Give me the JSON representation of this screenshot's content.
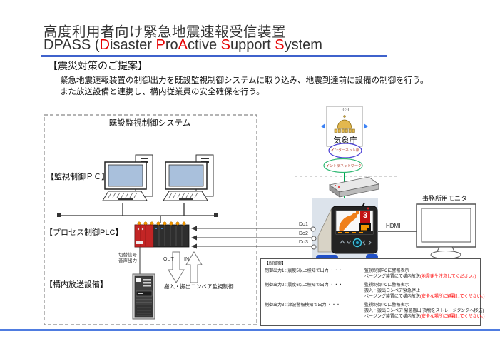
{
  "header": {
    "title_jp": "高度利用者向け緊急地震速報受信装置",
    "title2_segments": [
      {
        "t": "DPASS ("
      },
      {
        "t": "D"
      },
      {
        "t": "isaster "
      },
      {
        "t": "P"
      },
      {
        "t": "ro"
      },
      {
        "t": "A"
      },
      {
        "t": "ctive "
      },
      {
        "t": "S"
      },
      {
        "t": "upport "
      },
      {
        "t": "S"
      },
      {
        "t": "ystem"
      }
    ],
    "section": "【震災対策のご提案】",
    "body_line1": "緊急地震速報装置の制御出力を既設監視制御システムに取り込み、地震到達前に設備の制御を行う。",
    "body_line2": "また放送設備と連携し、構内従業員の安全確保を行う。"
  },
  "diagram": {
    "system_box_title": "既設監視制御システム",
    "label_pc": "【監視制御ＰＣ】",
    "label_plc": "【プロセス制御PLC】",
    "label_broadcast": "【構内放送設備】",
    "switch_signal": "切替信号",
    "audio_output": "音声出力",
    "out_label": "OUT",
    "in_label": "IN",
    "conveyor_label": "搬入・搬出コンベア監視制御",
    "do_labels": [
      "Do1",
      "Do2",
      "Do3"
    ],
    "radio_icon_text": "((○))",
    "weather_agency": "気象庁",
    "internet_label": "インターネット網",
    "intranet_label": "イントラネットワーク",
    "hdmi_label": "HDMI",
    "monitor_label": "事務所用モニター",
    "device_screen_badge": "3"
  },
  "control_box": {
    "title": "【制御案】",
    "rows": [
      {
        "left": "制御出力1 :  震度5以上検知で出力 ・・・",
        "lines": [
          {
            "t": "監視制御PCに警報表示"
          },
          {
            "t": "ページング装置にて構内放送",
            "r": "(地震発生注意してください。)"
          }
        ]
      },
      {
        "left": "制御出力2 :  震度6以上検知で出力 ・・・",
        "lines": [
          {
            "t": "監視制御PCに警報表示"
          },
          {
            "t": "搬入・搬出コンベア緊急停止"
          },
          {
            "t": "ページング装置にて構内放送",
            "r": "(安全な場所に避難してください。)"
          }
        ]
      },
      {
        "left": "制御出力3 :  津波警報検知で出力 ・・・",
        "lines": [
          {
            "t": "監視制御PCに警報表示"
          },
          {
            "t": "搬入・搬出コンベア 緊急搬出(貨物をストレージタンクへ移送)"
          },
          {
            "t": "ページング装置にて構内放送",
            "r": "(安全な場所に避難してください。)"
          }
        ]
      }
    ]
  },
  "colors": {
    "accent_blue": "#3f62cc",
    "brand_red": "#e60000",
    "alert_red": "#ff0000",
    "line_green": "#00a651",
    "internet_ellipse": "#4a3fd6",
    "intranet_ellipse": "#2eb872",
    "pc_screen": "#a9c0dc",
    "plc_red": "#c22525",
    "map_orange": "#ef7f1a"
  }
}
